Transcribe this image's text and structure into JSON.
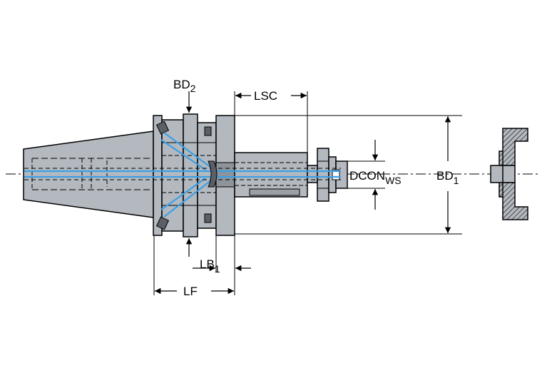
{
  "labels": {
    "bd2": {
      "main": "BD",
      "sub": "2"
    },
    "lsc": "LSC",
    "dcon_ws": {
      "main": "DCON",
      "sub": "WS"
    },
    "bd1": {
      "main": "BD",
      "sub": "1"
    },
    "lb1": {
      "main": "LB",
      "sub": "1"
    },
    "lf": "LF"
  },
  "colors": {
    "body_fill": "#b4b9bf",
    "body_dark": "#8e949b",
    "coolant": "#3aa0e6",
    "line": "#000000"
  }
}
